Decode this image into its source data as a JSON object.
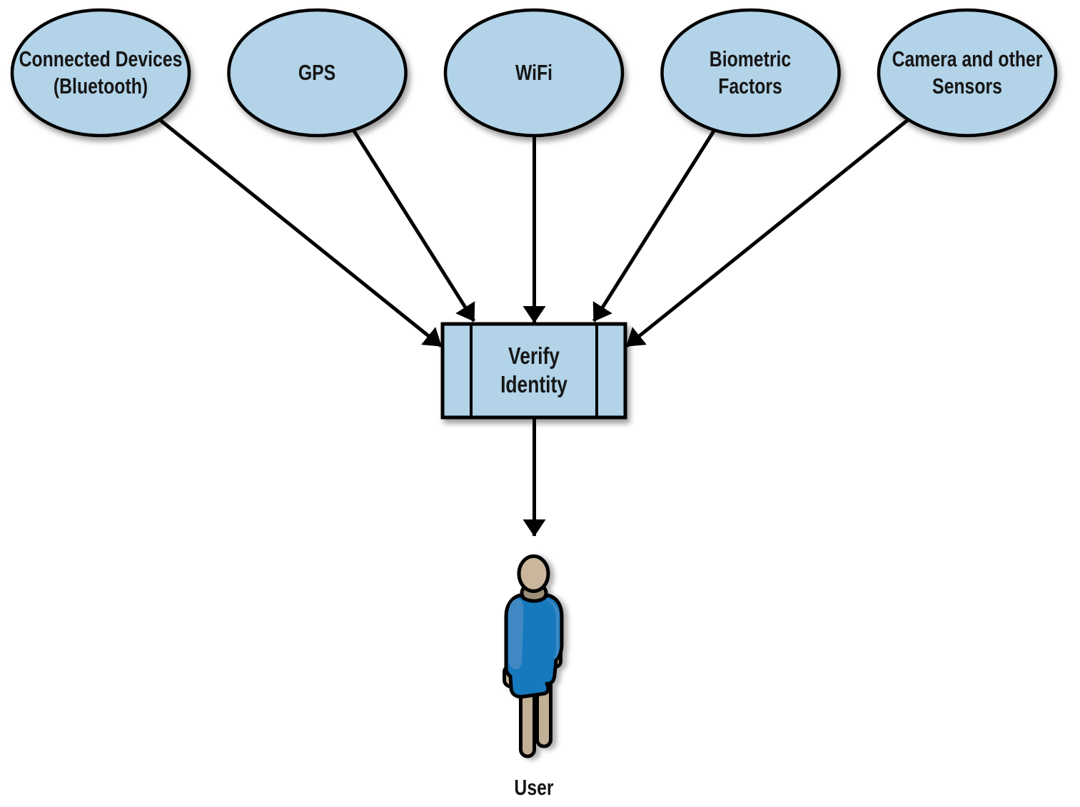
{
  "figure": {
    "sources": [
      {
        "id": "connected-devices",
        "label": "Connected Devices\n(Bluetooth)"
      },
      {
        "id": "gps",
        "label": "GPS"
      },
      {
        "id": "wifi",
        "label": "WiFi"
      },
      {
        "id": "biometric-factors",
        "label": "Biometric\nFactors"
      },
      {
        "id": "camera-sensors",
        "label": "Camera and other\nSensors"
      }
    ],
    "process": {
      "id": "verify-identity",
      "label": "Verify\nIdentity"
    },
    "user": {
      "id": "user",
      "label": "User"
    },
    "edges": [
      {
        "from": "connected-devices",
        "to": "verify-identity"
      },
      {
        "from": "gps",
        "to": "verify-identity"
      },
      {
        "from": "wifi",
        "to": "verify-identity"
      },
      {
        "from": "biometric-factors",
        "to": "verify-identity"
      },
      {
        "from": "camera-sensors",
        "to": "verify-identity"
      },
      {
        "from": "verify-identity",
        "to": "user"
      }
    ]
  },
  "colors": {
    "node_fill": "#b2d3e8",
    "outline": "#000000",
    "person_body": "#1478bd",
    "person_body_light": "#4189c4",
    "person_skin": "#c9b69c",
    "person_skin_shadow": "#9d8e77",
    "person_legs": "#c2b096",
    "text": "#161616"
  }
}
